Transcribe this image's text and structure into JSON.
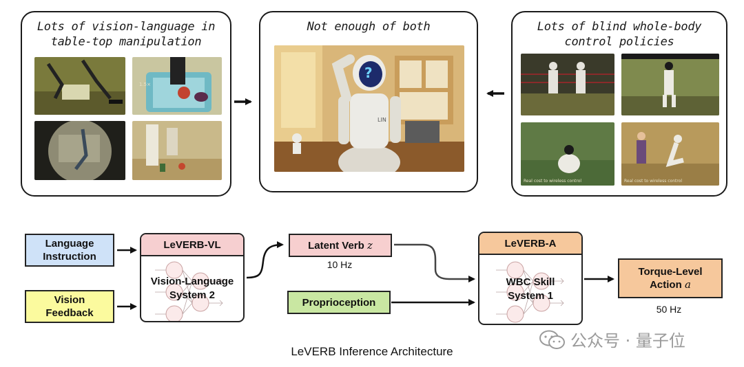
{
  "panels": {
    "left": {
      "title_line1": "Lots of vision-language in",
      "title_line2": "table-top manipulation",
      "thumb_captions": [
        "",
        "1.5×",
        "",
        ""
      ]
    },
    "middle": {
      "title": "Not enough of both",
      "question_mark": "?",
      "robot_chest_label": "LIN"
    },
    "right": {
      "title_line1": "Lots of blind whole-body",
      "title_line2": "control policies",
      "thumb_captions": [
        "",
        "",
        "Real cost to wireless control",
        "Real cost to wireless control"
      ]
    }
  },
  "architecture": {
    "language_instruction": "Language\nInstruction",
    "vision_feedback": "Vision\nFeedback",
    "leverb_vl": {
      "title": "LeVERB-VL",
      "body": "Vision-Language\nSystem 2"
    },
    "latent_verb": {
      "label": "Latent Verb",
      "symbol": "z",
      "frequency": "10 Hz"
    },
    "proprioception": "Proprioception",
    "leverb_a": {
      "title": "LeVERB-A",
      "body": "WBC Skill\nSystem 1"
    },
    "torque_action": {
      "line1": "Torque-Level",
      "line2": "Action",
      "symbol": "a",
      "frequency": "50 Hz"
    }
  },
  "caption": "LeVERB Inference Architecture",
  "watermark": "公众号 · 量子位",
  "colors": {
    "language_box": "#cfe2f8",
    "vision_box": "#fbfa9e",
    "vl_header": "#f6cfd0",
    "latent_box": "#f7cfcf",
    "proprio_box": "#c9e7a2",
    "a_header": "#f6c89c",
    "torque_box": "#f6c89c"
  }
}
